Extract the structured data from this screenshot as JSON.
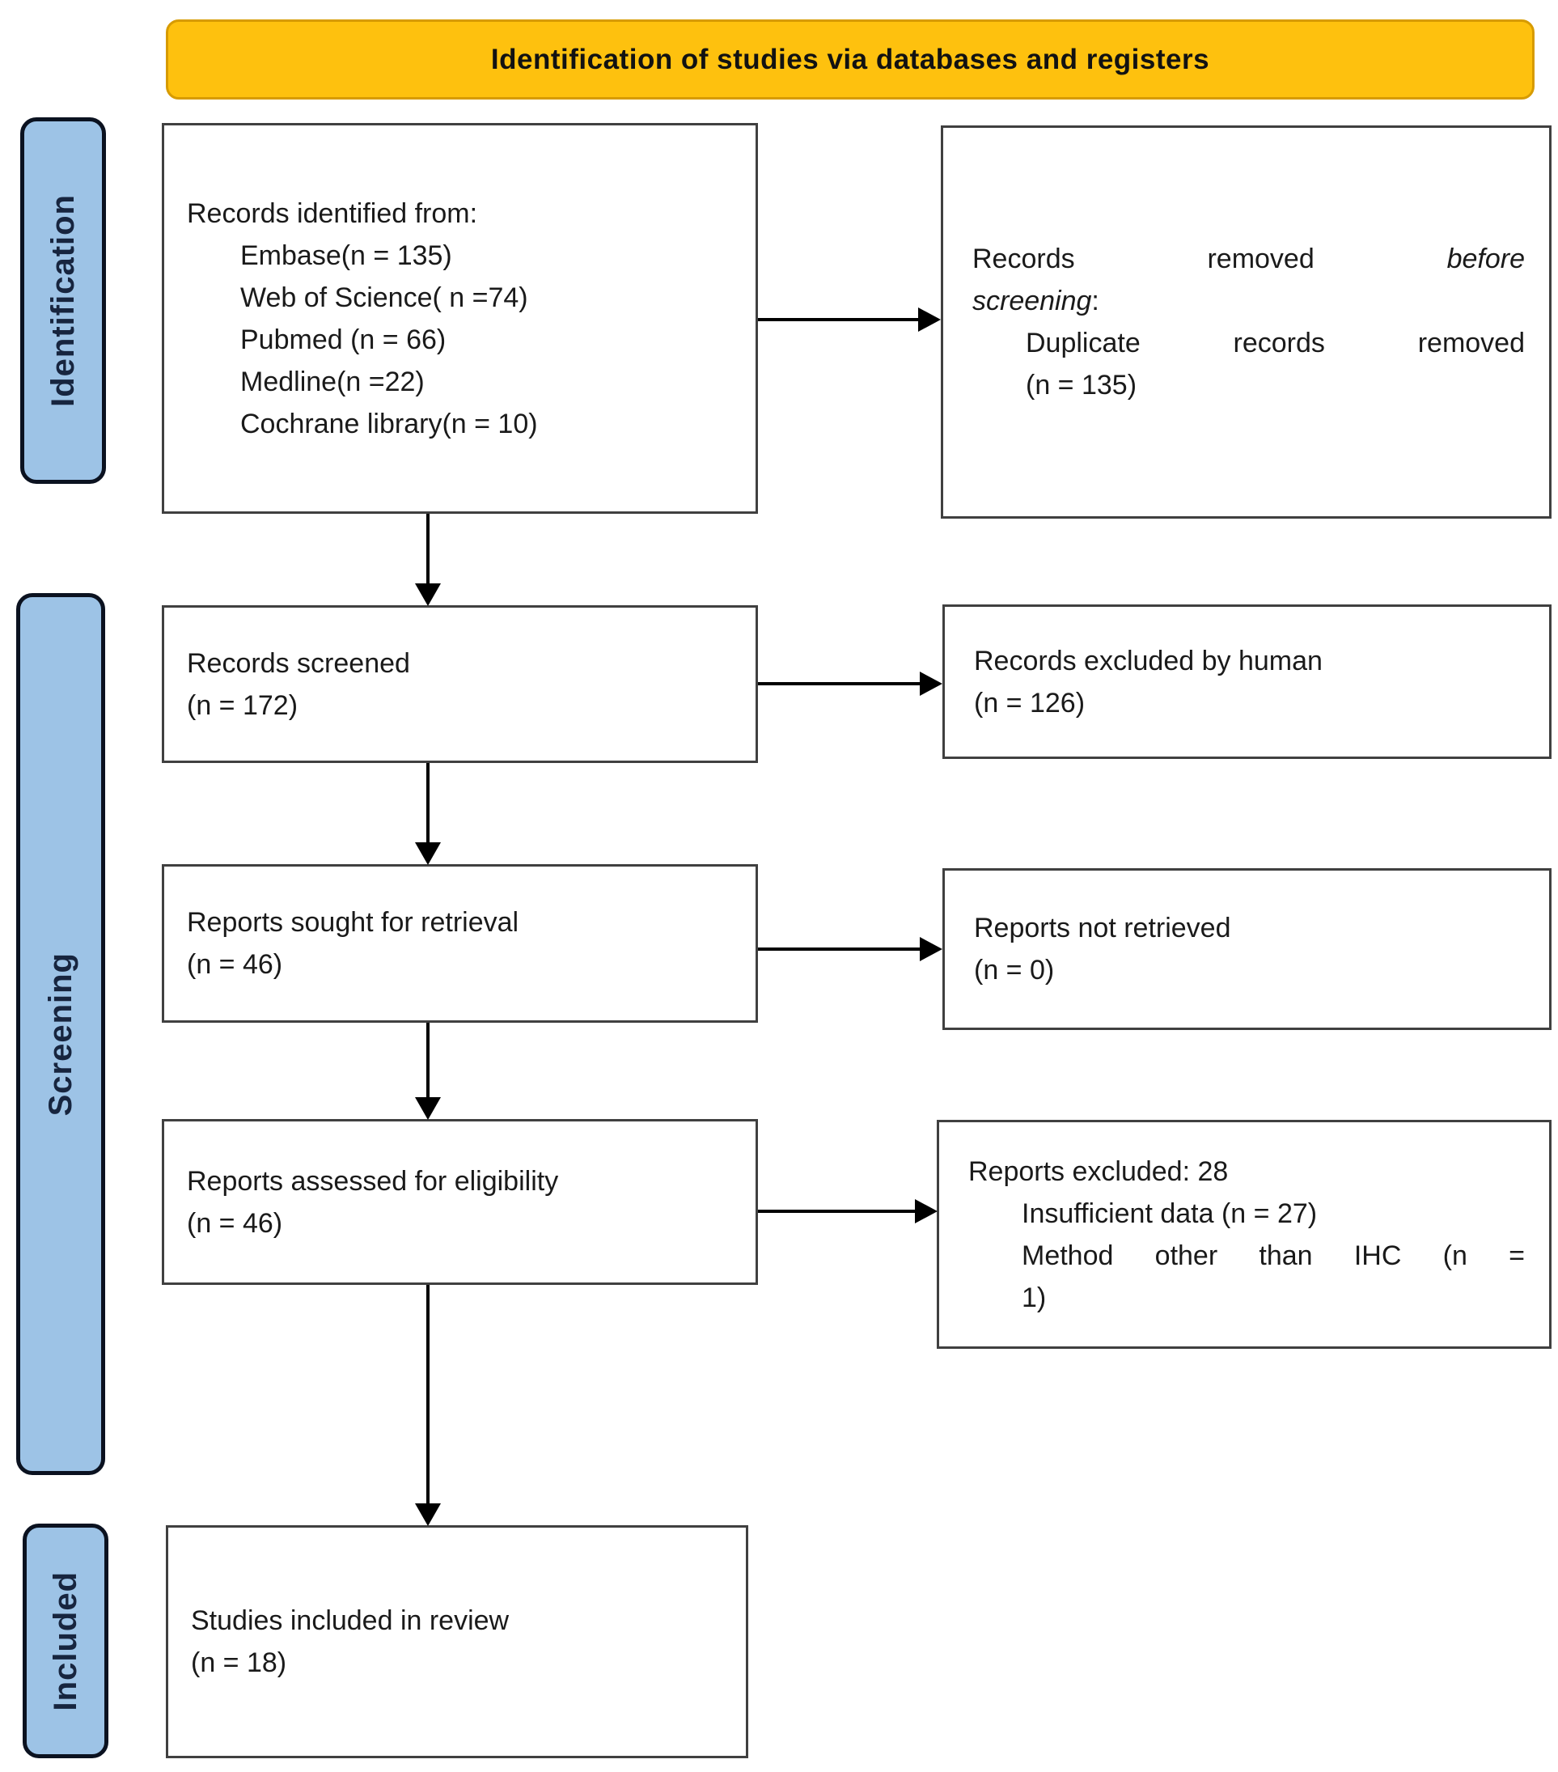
{
  "banner": {
    "title": "Identification of studies via databases and registers"
  },
  "stages": [
    {
      "label": "Identification"
    },
    {
      "label": "Screening"
    },
    {
      "label": "Included"
    }
  ],
  "boxes": {
    "identified": {
      "title": "Records identified from:",
      "items": [
        "Embase(n = 135)",
        "Web of Science( n =74)",
        "Pubmed (n = 66)",
        "Medline(n =22)",
        "Cochrane library(n = 10)"
      ]
    },
    "removed_before_screening": {
      "heading": {
        "normal": "Records removed ",
        "italic_line1": "before",
        "italic_line2": "screening",
        "colon": ":"
      },
      "reason": {
        "lines": [
          "Duplicate records removed",
          "(n = 135)"
        ]
      }
    },
    "screened": {
      "line1": "Records screened",
      "line2": "(n = 172)"
    },
    "excluded_records": {
      "line1": "Records excluded by human",
      "line2": "(n = 126)"
    },
    "sought": {
      "line1": "Reports sought for retrieval",
      "line2": "(n = 46)"
    },
    "not_retrieved": {
      "line1": "Reports not retrieved",
      "line2": "(n = 0)"
    },
    "assessed": {
      "line1": "Reports assessed for eligibility",
      "line2": "(n = 46)"
    },
    "excluded_reports": {
      "title": "Reports excluded: 28",
      "reasons": [
        {
          "lines": [
            "Insufficient data (n = 27)"
          ]
        },
        {
          "lines": [
            "Method other than IHC (n =",
            "1)"
          ]
        }
      ]
    },
    "included_studies": {
      "line1": "Studies included in review",
      "line2": "(n = 18)"
    }
  },
  "colors": {
    "banner_fill": "#FEC10E",
    "banner_border": "#D79B00",
    "stage_fill": "#9DC3E6",
    "stage_border": "#0B1220",
    "stage_text": "#17253F",
    "box_fill": "#FFFFFF",
    "box_border": "#404040",
    "arrow": "#000000",
    "text": "#1A1A1A"
  }
}
